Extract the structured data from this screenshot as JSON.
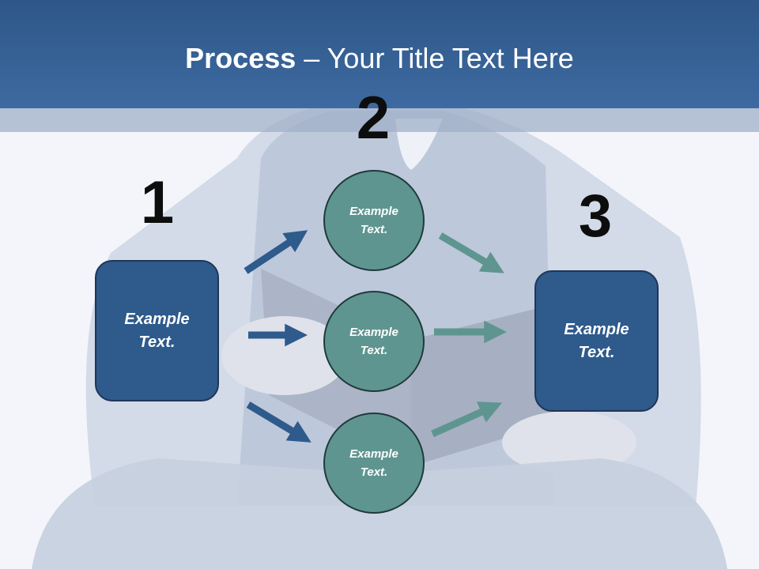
{
  "slide": {
    "title_bold": "Process",
    "title_rest": " – Your Title Text Here",
    "colors": {
      "header": "#335f94",
      "box_fill": "#2e5a8c",
      "circle_fill": "#5f9590",
      "blue_arrow": "#2e5a8c",
      "teal_arrow": "#5f9590"
    }
  },
  "steps": {
    "one": {
      "number": "1",
      "text": "Example Text."
    },
    "two": {
      "number": "2",
      "circles": [
        {
          "text": "Example Text."
        },
        {
          "text": "Example Text."
        },
        {
          "text": "Example Text."
        }
      ]
    },
    "three": {
      "number": "3",
      "text": "Example Text."
    }
  }
}
